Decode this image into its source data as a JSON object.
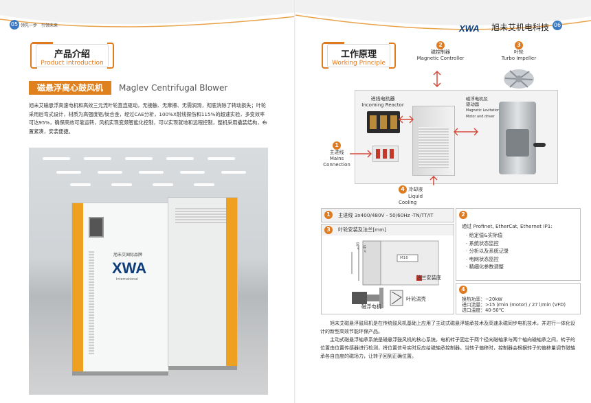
{
  "left": {
    "page_number": "05",
    "slogan": "领先一步　引领未来",
    "section_cn": "产品介绍",
    "section_en": "Product introduction",
    "banner_cn": "磁悬浮离心鼓风机",
    "banner_en": "Maglev Centrifugal Blower",
    "intro": "旭未艾磁悬浮高速电机和高效三元流叶轮直连驱动，无接触、无摩擦、无需润滑，彻底消除了转动损失；叶轮采用后弯式设计，材质为高强度铝/钛合金，经过CAE分析，100%X射线探伤和115%的超速实验，多变效率可达95%，确保高效可靠运转，风机实现变频智能化控制，可以实现就地和远程控制，整机采用撬装结构，布置紧凑，安装便捷。",
    "machine_brand": "旭未艾国际品牌",
    "machine_logo": "XWA",
    "machine_sub": "International"
  },
  "right": {
    "page_number": "06",
    "logo": "XWA",
    "company": "旭未艾机电科技",
    "section_cn": "工作原理",
    "section_en": "Working Principle",
    "diagram": {
      "n1": "1",
      "n2": "2",
      "n3": "3",
      "n4": "4",
      "magnetic_controller_cn": "磁控制器",
      "magnetic_controller_en": "Magnetic Controller",
      "impeller_cn": "叶轮",
      "impeller_en": "Turbo Impeller",
      "reactor_cn": "进线电抗器",
      "reactor_en": "Incoming Reactor",
      "motor_cn1": "磁浮电机及",
      "motor_cn2": "驱动器",
      "motor_en1": "Magnetic Levitation",
      "motor_en2": "Motor and driver",
      "mains_cn": "主进线",
      "mains_en1": "Mains",
      "mains_en2": "Connection",
      "cooling_cn": "冷却液",
      "cooling_en": "Liquid Cooling"
    },
    "spec1": "主进线 3x400/480V - 50/60Hz -TN/TT/IT",
    "spec3_title": "叶轮安装及法兰[mm]",
    "spec3_flange": "法兰安装底",
    "spec3_volute": "叶轮涡壳",
    "spec3_motor": "磁浮电机",
    "spec3_m16": "M16",
    "spec3_d1": "⌀ 80",
    "spec3_d2": "⌀ 45",
    "spec2_title": "通过 Profinet, EtherCat, Ethernet IP1:",
    "spec2_items": [
      "给定值&实际值",
      "系统状态监控",
      "分析以及系统记录",
      "电网状态监控",
      "精细化参数调整"
    ],
    "spec4_lines": [
      "换热功率：~20kW",
      "进口流量：>15 l/min (motor) / 27 l/min (VFD)",
      "进口温度：40-50℃"
    ],
    "bottom_p1": "旭未艾磁悬浮鼓风机是在传统鼓风机基础上应用了主动式磁悬浮轴承技术及高速永磁同步电机技术，并进行一体化设计的新型高效节能环保产品。",
    "bottom_p2": "主动式磁悬浮轴承系统是磁悬浮鼓风机的核心系统，电机转子固定于两个径向磁轴承与两个轴向磁轴承之间，转子的位置由位置传感器进行检测，将位置信号实时反应给磁轴承控制器。当转子偏移时，控制器会根据转子的偏移量调节磁轴承各自由度的磁场力，让转子回到正确位置。"
  },
  "colors": {
    "accent": "#e07a1f",
    "blue": "#3a78c2",
    "banner": "#e0811f"
  }
}
